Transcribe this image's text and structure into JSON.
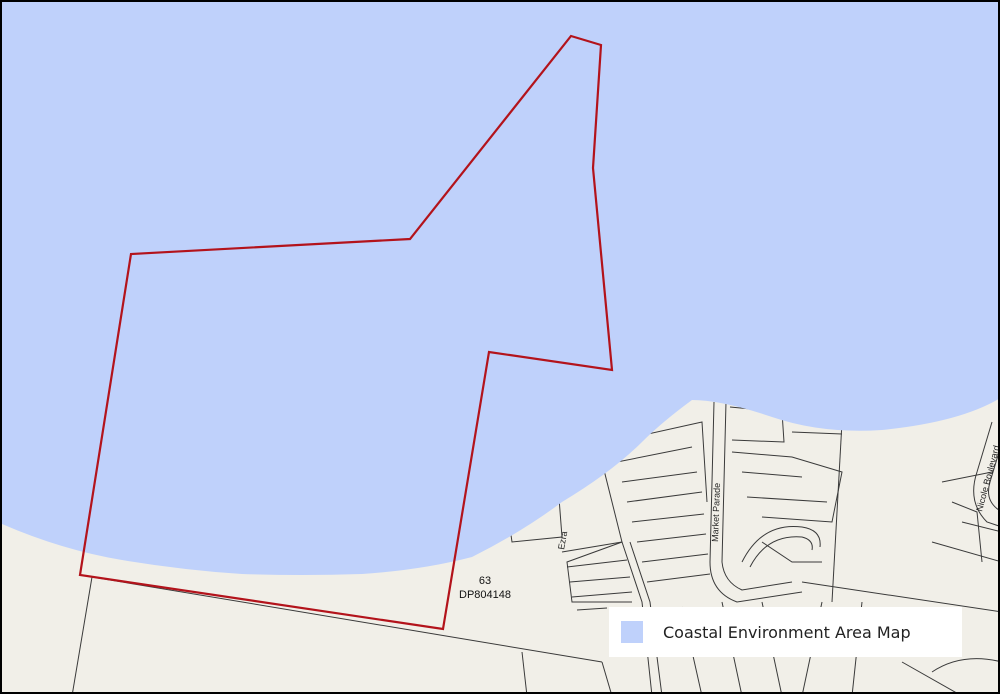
{
  "map": {
    "colors": {
      "land": "#f1efe8",
      "coastal_area": "#bfd1fb",
      "parcel_lines": "#3a3a3a",
      "site_boundary": "#b3131b"
    },
    "lot": {
      "number": "63",
      "plan": "DP804148"
    },
    "streets": {
      "market_parade": "Market Parade",
      "boulevard": "Nicole Boulevard",
      "partial_left": "Ezra"
    }
  },
  "legend": {
    "label": "Coastal Environment Area Map",
    "swatch_color": "#bfd1fb"
  }
}
